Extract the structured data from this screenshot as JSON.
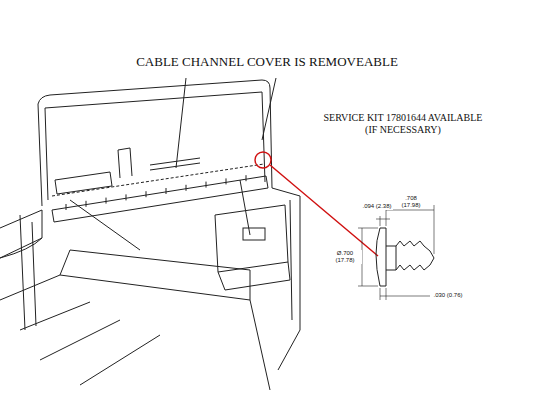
{
  "diagram": {
    "title": "CABLE CHANNEL COVER IS REMOVEABLE",
    "labels": [
      "SERVICE KIT 17801644 AVAILABLE (IF NECESSARY)",
      ".708 (17.98)",
      ".094 (2.38)",
      "Ø.700 (17.78)",
      ".030 (0.76)"
    ]
  }
}
